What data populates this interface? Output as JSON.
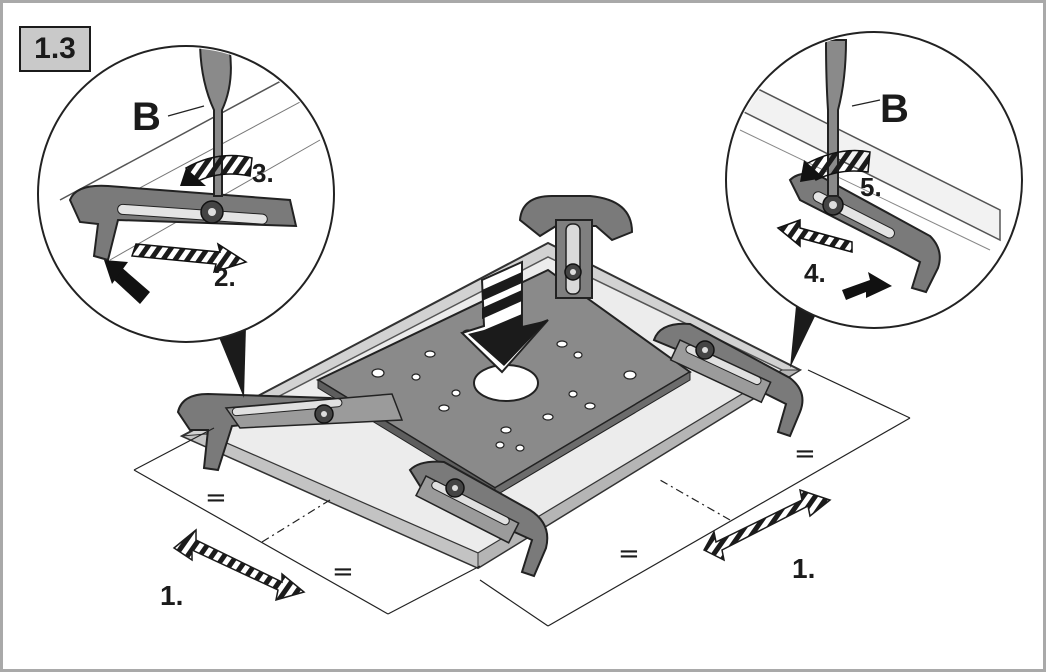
{
  "figure": {
    "label": "1.3"
  },
  "callouts": {
    "left_tool": "B",
    "right_tool": "B",
    "step_3": "3.",
    "step_2": "2.",
    "step_5": "5.",
    "step_4": "4.",
    "step_1_left": "1.",
    "step_1_right": "1."
  },
  "dimensions": {
    "eq_a": "=",
    "eq_b": "=",
    "eq_c": "=",
    "eq_d": "="
  },
  "colors": {
    "plate": "#7f7f7f",
    "plate_dark": "#5e5e5e",
    "base_light": "#e6e6e6",
    "base_edge": "#bdbdbd",
    "ink": "#1b1b1b"
  }
}
